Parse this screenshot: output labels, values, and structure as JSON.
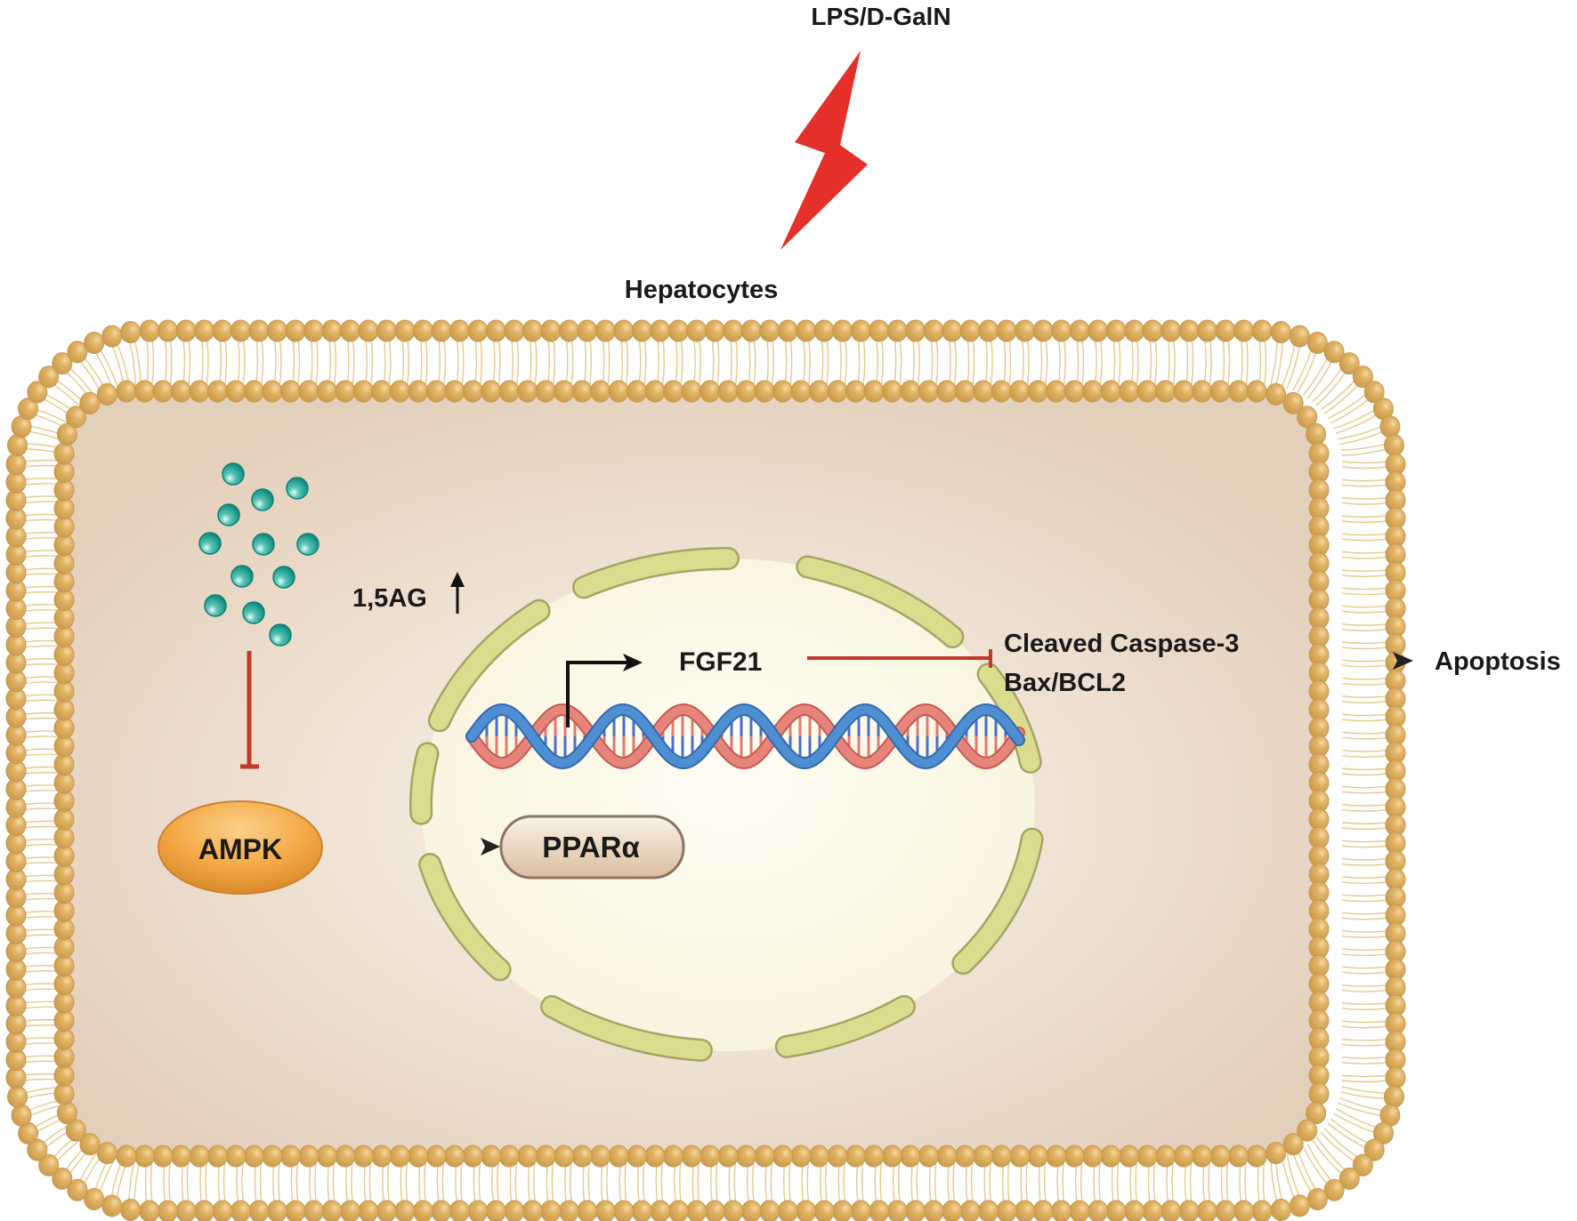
{
  "diagram": {
    "title": "1,5-AG protects hepatocytes from LPS/D-GalN injury via AMPK-PPARα-FGF21 signaling",
    "stimulus": {
      "label": "LPS/D-GalN",
      "icon": "lightning-bolt-icon",
      "color": "#e52f2a"
    },
    "cell": {
      "label": "Hepatocytes",
      "membrane_color": "#e0b062",
      "cytoplasm_color": "#e9d8c6"
    },
    "molecule": {
      "label": "1,5AG",
      "trend": "↑",
      "count": 12,
      "color": "#1aa394"
    },
    "nodes": {
      "ampk": {
        "label": "AMPK",
        "color": "#f0a13e"
      },
      "ppara": {
        "label": "PPARα",
        "color": "#e6d2bd"
      },
      "fgf21": {
        "label": "FGF21"
      },
      "caspase": {
        "line1": "Cleaved Caspase-3",
        "line2": "Bax/BCL2"
      },
      "apoptosis": {
        "label": "Apoptosis"
      }
    },
    "edges": [
      {
        "from": "1,5AG",
        "to": "AMPK",
        "type": "inhibition",
        "color": "#c0392b"
      },
      {
        "from": "AMPK",
        "to": "PPARα",
        "type": "activation",
        "color": "#222222"
      },
      {
        "from": "DNA promoter",
        "to": "FGF21",
        "type": "transcription",
        "color": "#111111"
      },
      {
        "from": "FGF21",
        "to": "Cleaved Caspase-3 / Bax/BCL2",
        "type": "inhibition",
        "color": "#c0392b"
      },
      {
        "from": "Cleaved Caspase-3 / Bax/BCL2",
        "to": "Apoptosis",
        "type": "activation",
        "color": "#222222"
      }
    ],
    "nucleus": {
      "membrane_color": "#d6d88a",
      "dna_colors": [
        "#e5857c",
        "#4f8fd1"
      ]
    }
  }
}
